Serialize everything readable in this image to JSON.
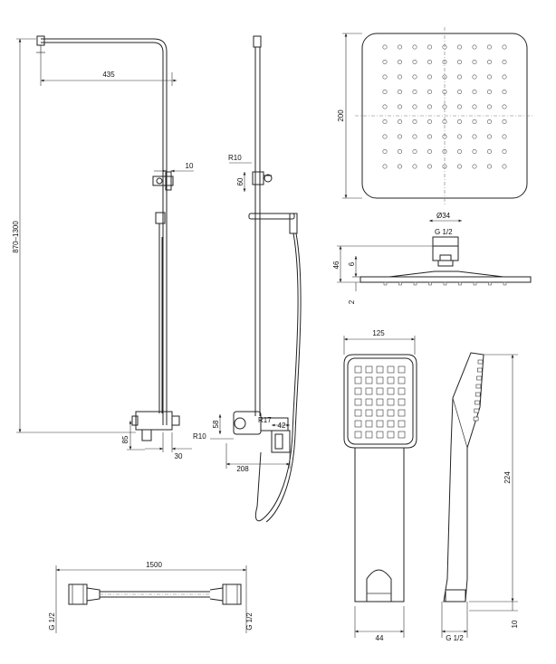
{
  "drawing": {
    "dimensions": {
      "arm_length": "435",
      "height_range": "870–1300",
      "bracket_offset": "10",
      "inlet_height": "85",
      "inlet_depth": "30",
      "holder_radius": "R10",
      "holder_height": "60",
      "valve_height": "58",
      "valve_radius_outer": "R17",
      "valve_depth": "42",
      "valve_radius_inner": "R10",
      "valve_width": "208",
      "head_size": "200",
      "head_connector_dia": "Ø34",
      "head_thread": "G 1/2",
      "head_height": "46",
      "head_step": "6",
      "head_plate": "2",
      "hand_width": "125",
      "hand_length": "224",
      "hand_base_width": "44",
      "hand_thread": "G 1/2",
      "hand_thread_height": "10",
      "hose_length": "1500",
      "hose_thread_left": "G 1/2",
      "hose_thread_right": "G 1/2"
    }
  }
}
